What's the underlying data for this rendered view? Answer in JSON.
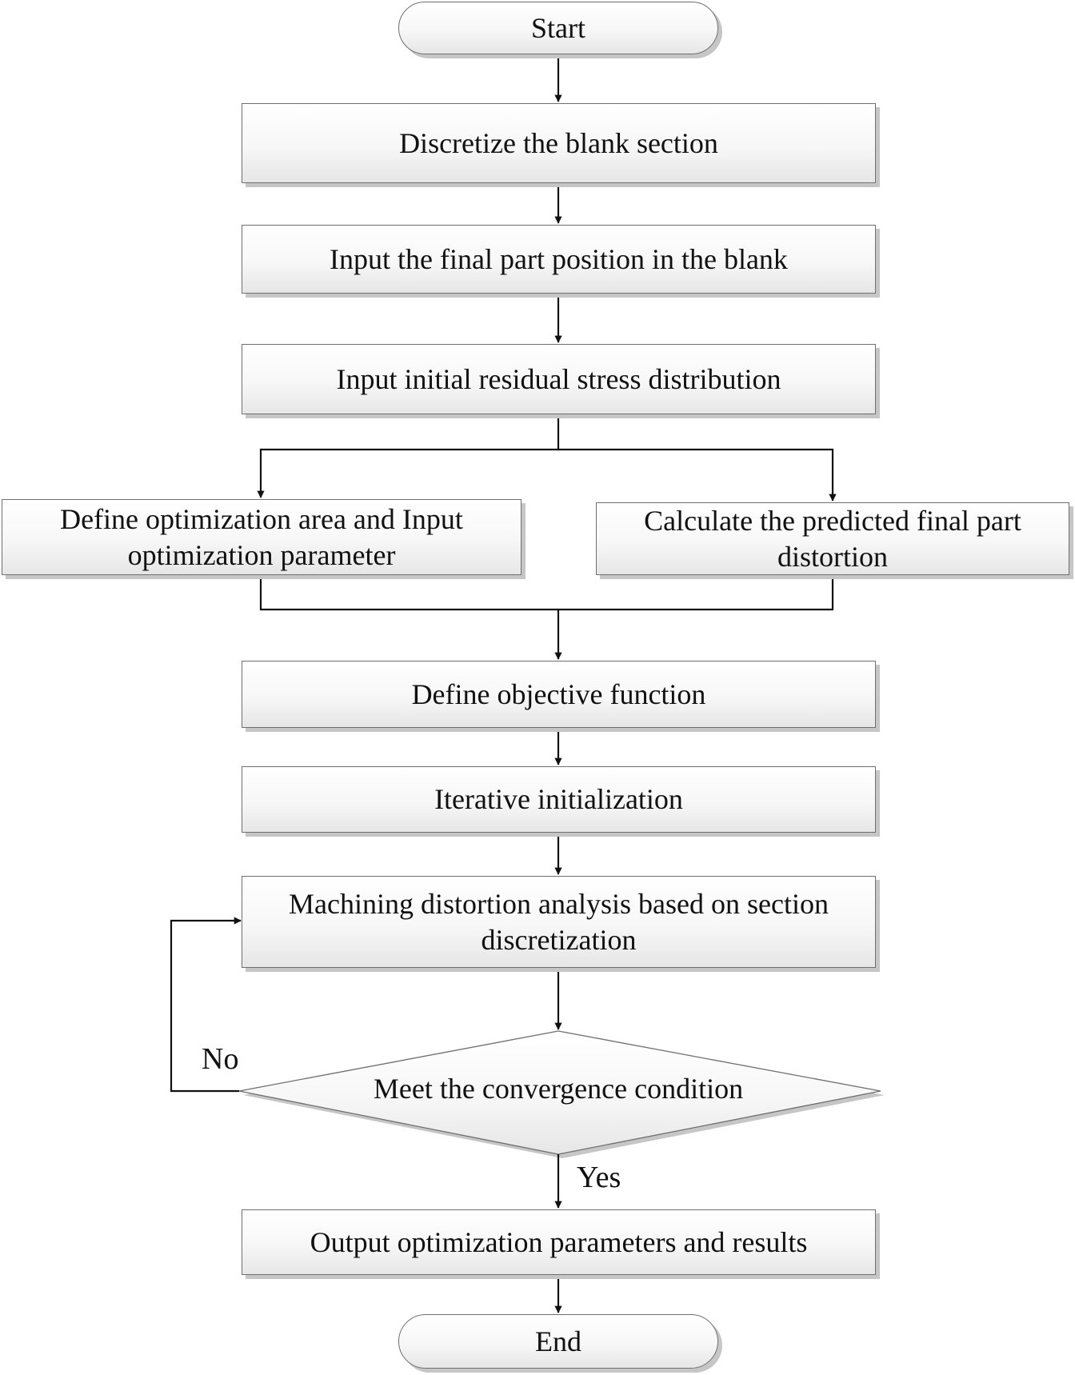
{
  "flowchart": {
    "start": "Start",
    "discretize": "Discretize the blank section",
    "input_part_position": "Input the final part position in the blank",
    "input_residual_stress": "Input initial residual stress distribution",
    "define_optimization_area": "Define optimization area and Input optimization parameter",
    "calculate_distortion": "Calculate the predicted final part distortion",
    "define_objective": "Define objective function",
    "iterative_init": "Iterative initialization",
    "machining_analysis": "Machining distortion analysis based on section discretization",
    "convergence": "Meet the convergence condition",
    "output": "Output optimization parameters and results",
    "end": "End",
    "no_label": "No",
    "yes_label": "Yes"
  },
  "colors": {
    "line": "#111111",
    "box_border": "#6f6f6f",
    "shadow": "#c6c6c6"
  }
}
